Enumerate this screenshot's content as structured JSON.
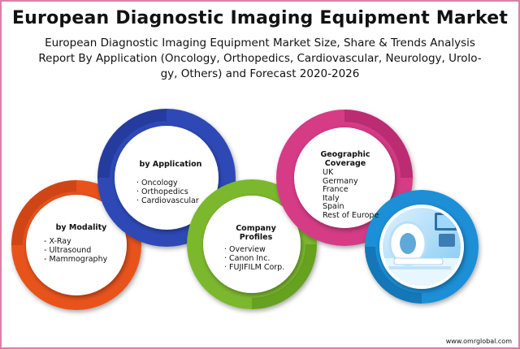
{
  "header": {
    "title": "European Diagnostic Imaging Equipment Market",
    "subtitle_lines": [
      "European Diagnostic Imaging Equipment Market Size, Share & Trends Analysis",
      "Report By Application (Oncology, Orthopedics, Cardiovascular, Neurology, Urolo-",
      "gy, Others) and Forecast 2020-2026"
    ]
  },
  "segments": {
    "modality": {
      "heading": "by Modality",
      "items": [
        "- X-Ray",
        "- Ultrasound",
        "- Mammography"
      ],
      "color": "#e8531e"
    },
    "application": {
      "heading": "by Application",
      "items": [
        "· Oncology",
        "· Orthopedics",
        "· Cardiovascular"
      ],
      "color": "#2f49b6"
    },
    "company": {
      "heading_lines": [
        "Company",
        "Profiles"
      ],
      "items": [
        "· Overview",
        "· Canon Inc.",
        "· FUJIFILM Corp."
      ],
      "color": "#7cb82f"
    },
    "geographic": {
      "heading_lines": [
        "Geographic",
        "Coverage"
      ],
      "items": [
        "UK",
        "Germany",
        "France",
        "Italy",
        "Spain",
        "Rest of Europe"
      ],
      "color": "#d63a86"
    },
    "image": {
      "color": "#1a8fd6",
      "icon": "medical-scanner-photo"
    }
  },
  "footer": {
    "website": "www.omrglobal.com"
  }
}
